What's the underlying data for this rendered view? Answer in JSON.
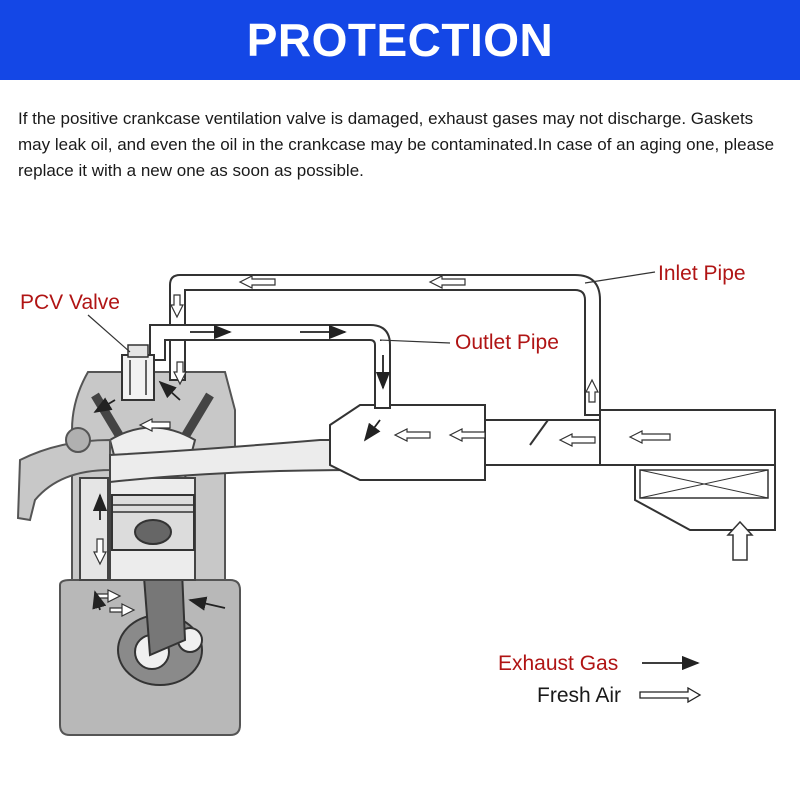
{
  "banner": {
    "title": "PROTECTION",
    "color": "#1447e6"
  },
  "description": "If the positive crankcase ventilation valve is damaged, exhaust gases may not discharge. Gaskets may leak oil, and even the oil in the crankcase may be contaminated.In case of an aging one, please replace it with a new one as soon as possible.",
  "labels": {
    "pcv_valve": "PCV Valve",
    "inlet_pipe": "Inlet Pipe",
    "outlet_pipe": "Outlet Pipe",
    "label_color": "#b01414"
  },
  "legend": {
    "exhaust_gas": "Exhaust Gas",
    "fresh_air": "Fresh Air"
  }
}
